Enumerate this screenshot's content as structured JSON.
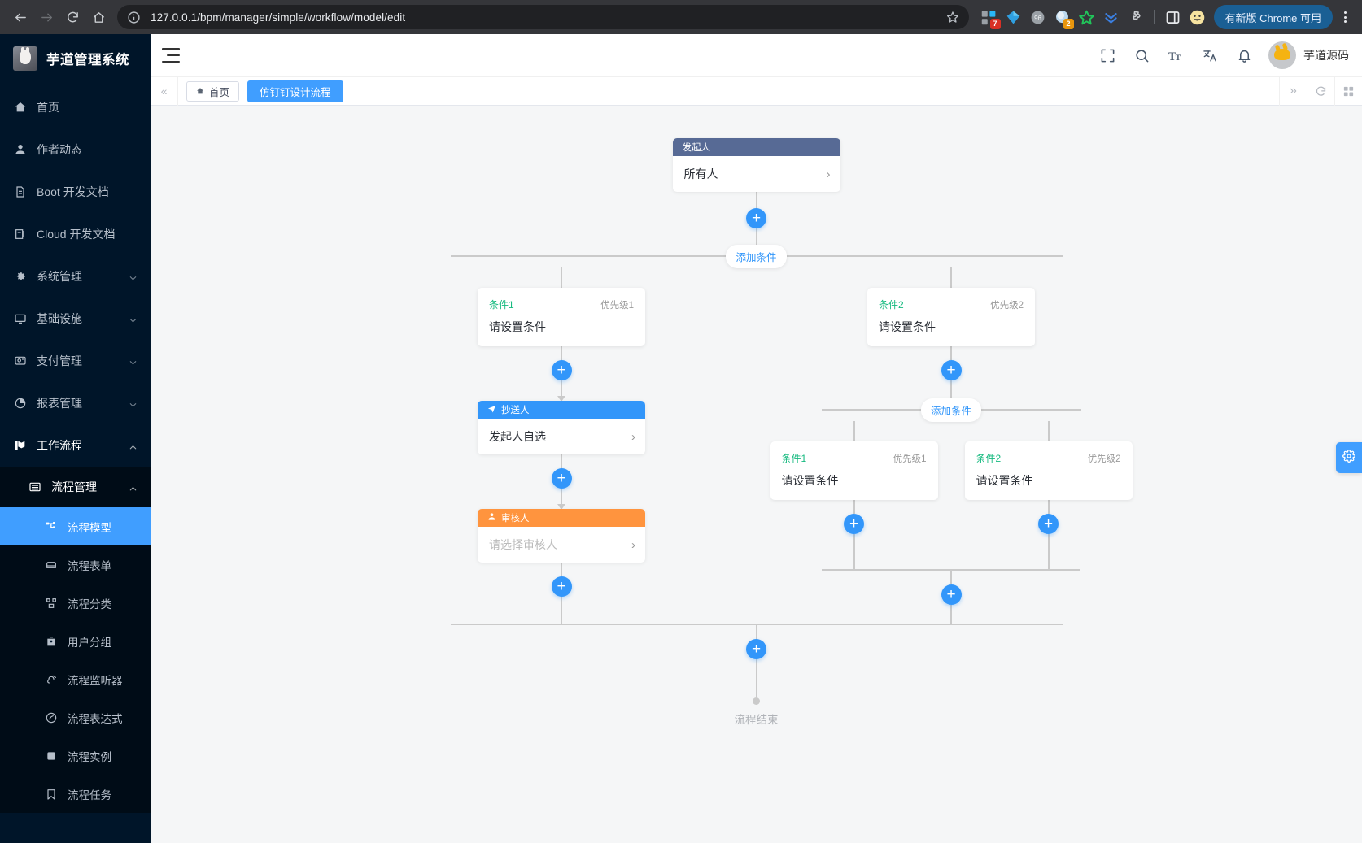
{
  "browser": {
    "url": "127.0.0.1/bpm/manager/simple/workflow/model/edit",
    "back_icon": "back-arrow-icon",
    "forward_icon": "forward-arrow-icon",
    "reload_icon": "reload-icon",
    "home_icon": "home-icon",
    "info_icon": "site-info-icon",
    "star_icon": "bookmark-star-icon",
    "update_button": "有新版 Chrome 可用",
    "extensions": [
      {
        "name": "extension-grid-icon",
        "badge": "7",
        "badge_color": "#d93025"
      },
      {
        "name": "extension-diamond-icon",
        "badge": "",
        "badge_color": ""
      },
      {
        "name": "extension-globe-icon",
        "badge": "",
        "badge_color": ""
      },
      {
        "name": "extension-circle-icon",
        "badge": "2",
        "badge_color": "#e8950c"
      },
      {
        "name": "extension-star-icon",
        "badge": "",
        "badge_color": ""
      },
      {
        "name": "extension-chevrons-down-icon",
        "badge": "",
        "badge_color": ""
      },
      {
        "name": "extensions-puzzle-icon",
        "badge": "",
        "badge_color": ""
      },
      {
        "name": "side-panel-icon",
        "badge": "",
        "badge_color": ""
      },
      {
        "name": "profile-emoji-icon",
        "badge": "",
        "badge_color": ""
      }
    ]
  },
  "sidebar": {
    "brand": "芋道管理系统",
    "items": [
      {
        "label": "首页",
        "icon": "home-icon",
        "level": 0,
        "arrow": "",
        "active": false
      },
      {
        "label": "作者动态",
        "icon": "user-icon",
        "level": 0,
        "arrow": "",
        "active": false
      },
      {
        "label": "Boot 开发文档",
        "icon": "document-icon",
        "level": 0,
        "arrow": "",
        "active": false
      },
      {
        "label": "Cloud 开发文档",
        "icon": "copy-icon",
        "level": 0,
        "arrow": "",
        "active": false
      },
      {
        "label": "系统管理",
        "icon": "gear-icon",
        "level": 0,
        "arrow": "down",
        "active": false
      },
      {
        "label": "基础设施",
        "icon": "monitor-icon",
        "level": 0,
        "arrow": "down",
        "active": false
      },
      {
        "label": "支付管理",
        "icon": "payment-icon",
        "level": 0,
        "arrow": "down",
        "active": false
      },
      {
        "label": "报表管理",
        "icon": "pie-chart-icon",
        "level": 0,
        "arrow": "down",
        "active": false
      },
      {
        "label": "工作流程",
        "icon": "flag-icon",
        "level": 0,
        "arrow": "up",
        "active": false
      },
      {
        "label": "流程管理",
        "icon": "list-icon",
        "level": 1,
        "arrow": "up",
        "active": false
      },
      {
        "label": "流程模型",
        "icon": "sitemap-icon",
        "level": 2,
        "arrow": "",
        "active": true
      },
      {
        "label": "流程表单",
        "icon": "form-icon",
        "level": 2,
        "arrow": "",
        "active": false
      },
      {
        "label": "流程分类",
        "icon": "category-icon",
        "level": 2,
        "arrow": "",
        "active": false
      },
      {
        "label": "用户分组",
        "icon": "group-icon",
        "level": 2,
        "arrow": "",
        "active": false
      },
      {
        "label": "流程监听器",
        "icon": "listener-icon",
        "level": 2,
        "arrow": "",
        "active": false
      },
      {
        "label": "流程表达式",
        "icon": "expression-icon",
        "level": 2,
        "arrow": "",
        "active": false
      },
      {
        "label": "流程实例",
        "icon": "square-icon",
        "level": 2,
        "arrow": "",
        "active": false
      },
      {
        "label": "流程任务",
        "icon": "bookmark-icon",
        "level": 2,
        "arrow": "",
        "active": false
      }
    ]
  },
  "topbar": {
    "menu_toggle": "hamburger-icon",
    "icons": [
      "fullscreen-icon",
      "search-icon",
      "font-size-icon",
      "translate-icon",
      "bell-icon"
    ],
    "user_name": "芋道源码"
  },
  "tagsrow": {
    "collapse_icon": "double-chevron-left-icon",
    "expand_icon": "double-chevron-right-icon",
    "refresh_icon": "refresh-icon",
    "layout_icon": "grid-layout-icon",
    "tags": [
      {
        "label": "首页",
        "icon": "home-icon",
        "active": false
      },
      {
        "label": "仿钉钉设计流程",
        "icon": "",
        "active": true
      }
    ]
  },
  "flow": {
    "start": {
      "header": "发起人",
      "header_icon": "",
      "value": "所有人",
      "chevron": "chevron-right-icon"
    },
    "add_condition_label": "添加条件",
    "branch1": {
      "conditions": [
        {
          "name": "条件1",
          "priority": "优先级1",
          "value": "请设置条件"
        },
        {
          "name": "条件2",
          "priority": "优先级2",
          "value": "请设置条件"
        }
      ]
    },
    "copy_node": {
      "header": "抄送人",
      "header_icon": "send-icon",
      "value": "发起人自选",
      "chevron": "chevron-right-icon"
    },
    "approve_node": {
      "header": "审核人",
      "header_icon": "user-icon",
      "placeholder": "请选择审核人",
      "chevron": "chevron-right-icon"
    },
    "branch2": {
      "add_condition_label": "添加条件",
      "conditions": [
        {
          "name": "条件1",
          "priority": "优先级1",
          "value": "请设置条件"
        },
        {
          "name": "条件2",
          "priority": "优先级2",
          "value": "请设置条件"
        }
      ]
    },
    "plus_label": "+",
    "end_label": "流程结束"
  },
  "flap": {
    "icon": "gear-icon"
  },
  "colors": {
    "primary": "#409eff",
    "plus": "#3296fa",
    "initiator_header": "#576a95",
    "copy_header": "#3296fa",
    "approve_header": "#ff943e",
    "condition_name": "#15ba7f",
    "sidebar_bg": "#001529",
    "connector": "#cacaca"
  }
}
